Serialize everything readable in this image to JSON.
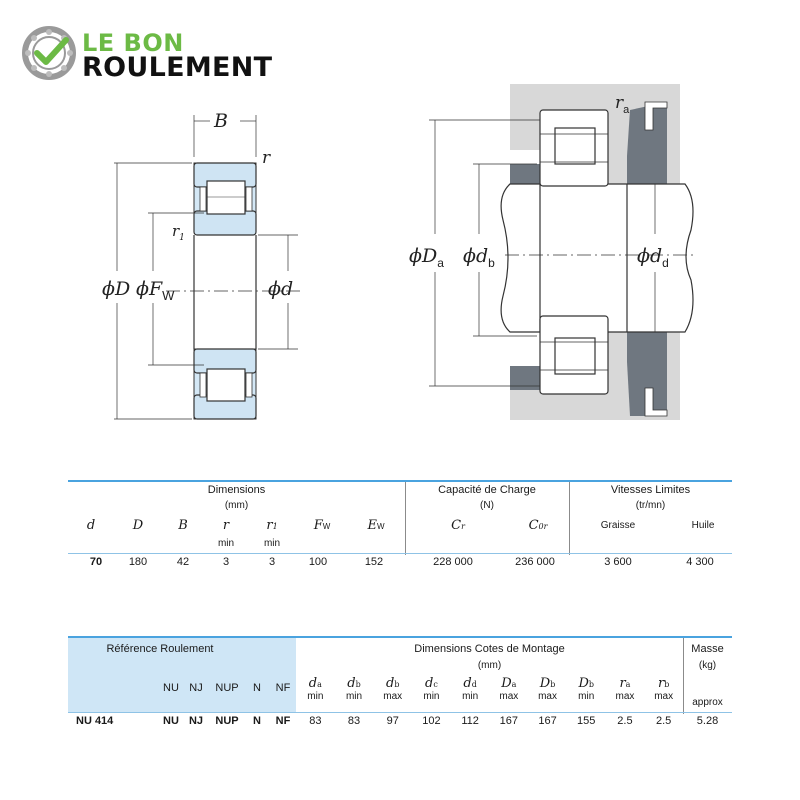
{
  "brand": {
    "line1": "LE BON",
    "line2": "ROULEMENT",
    "accent": "#6cba45"
  },
  "drawing_left": {
    "B": "B",
    "r": "r",
    "r1": "r",
    "r1_sub": "1",
    "phiD": "ϕD",
    "phiFw": "ϕF",
    "phiFw_sub": "W",
    "phid": "ϕd"
  },
  "drawing_right": {
    "ra": "r",
    "ra_sub": "a",
    "phiDa": "ϕD",
    "phiDa_sub": "a",
    "phidb": "ϕd",
    "phidb_sub": "b",
    "phidd": "ϕd",
    "phidd_sub": "d"
  },
  "table1": {
    "group_dimensions": "Dimensions",
    "group_dimensions_unit": "(mm)",
    "group_capacity": "Capacité de Charge",
    "group_capacity_unit": "(N)",
    "group_speeds": "Vitesses Limites",
    "group_speeds_unit": "(tr/mn)",
    "col_d": "d",
    "col_D": "D",
    "col_B": "B",
    "col_r": "r",
    "col_r_min": "min",
    "col_r1": "r",
    "col_r1_sub": "1",
    "col_r1_min": "min",
    "col_Fw": "F",
    "col_Fw_sub": "W",
    "col_Ew": "E",
    "col_Ew_sub": "W",
    "col_Cr": "C",
    "col_Cr_sub": "r",
    "col_C0r": "C",
    "col_C0r_sub": "0r",
    "col_grease": "Graisse",
    "col_oil": "Huile",
    "row": {
      "d": "70",
      "D": "180",
      "B": "42",
      "r": "3",
      "r1": "3",
      "Fw": "100",
      "Ew": "152",
      "Cr": "228 000",
      "C0r": "236 000",
      "grease": "3 600",
      "oil": "4 300"
    }
  },
  "table2": {
    "group_reference": "Référence Roulement",
    "group_mounting": "Dimensions Cotes de Montage",
    "group_mounting_unit": "(mm)",
    "group_mass": "Masse",
    "group_mass_unit": "(kg)",
    "types": [
      "NU",
      "NJ",
      "NUP",
      "N",
      "NF"
    ],
    "cols": [
      {
        "sym": "d",
        "sub": "a",
        "lim": "min"
      },
      {
        "sym": "d",
        "sub": "b",
        "lim": "min"
      },
      {
        "sym": "d",
        "sub": "b",
        "lim": "max"
      },
      {
        "sym": "d",
        "sub": "c",
        "lim": "min"
      },
      {
        "sym": "d",
        "sub": "d",
        "lim": "min"
      },
      {
        "sym": "D",
        "sub": "a",
        "lim": "max"
      },
      {
        "sym": "D",
        "sub": "b",
        "lim": "max"
      },
      {
        "sym": "D",
        "sub": "b",
        "lim": "min"
      },
      {
        "sym": "r",
        "sub": "a",
        "lim": "max"
      },
      {
        "sym": "r",
        "sub": "b",
        "lim": "max"
      }
    ],
    "mass_label": "approx",
    "row": {
      "ref": "NU  414",
      "types": [
        "NU",
        "NJ",
        "NUP",
        "N",
        "NF"
      ],
      "values": [
        "83",
        "83",
        "97",
        "102",
        "112",
        "167",
        "167",
        "155",
        "2.5",
        "2.5"
      ],
      "mass": "5.28"
    }
  }
}
